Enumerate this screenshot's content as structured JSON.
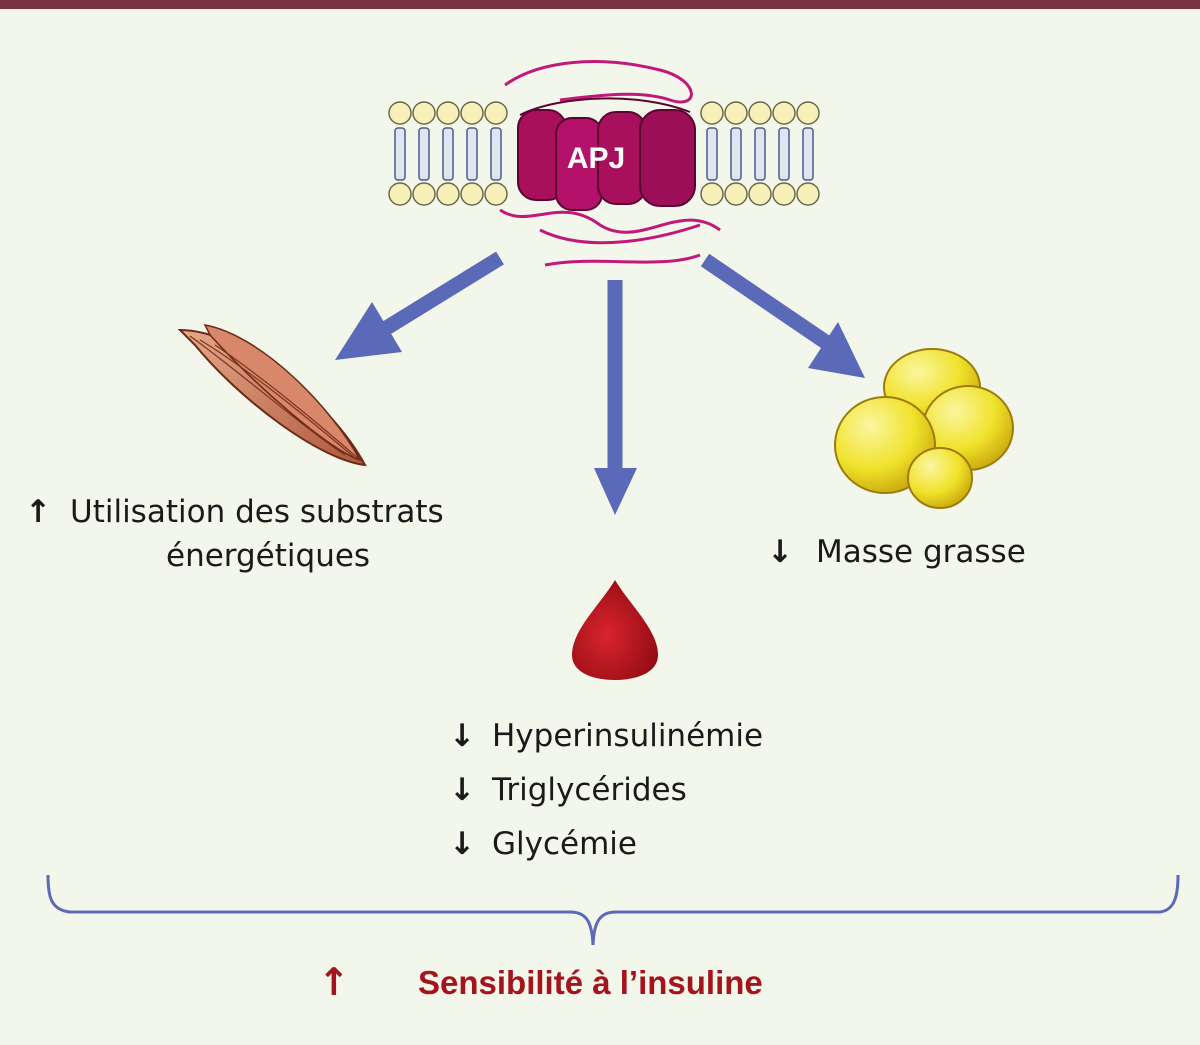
{
  "receptor_label": "APJ",
  "muscle": {
    "arrow": "↑",
    "line1": "Utilisation des substrats",
    "line2": "énergétiques"
  },
  "fat": {
    "arrow": "↓",
    "text": "Masse grasse"
  },
  "blood": {
    "items": [
      {
        "arrow": "↓",
        "text": "Hyperinsulinémie"
      },
      {
        "arrow": "↓",
        "text": "Triglycérides"
      },
      {
        "arrow": "↓",
        "text": "Glycémie"
      }
    ]
  },
  "conclusion": {
    "arrow": "↑",
    "text": "Sensibilité à l’insuline"
  },
  "colors": {
    "top_bar": "#7a3440",
    "arrows": "#5a6ab8",
    "receptor": "#a8105e",
    "blood": "#b3101a",
    "fat": "#efe020",
    "conclusion_text": "#a3141c"
  }
}
